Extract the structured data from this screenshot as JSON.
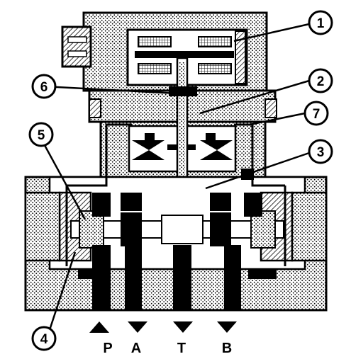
{
  "callouts": [
    {
      "id": "1",
      "label": "1"
    },
    {
      "id": "2",
      "label": "2"
    },
    {
      "id": "3",
      "label": "3"
    },
    {
      "id": "4",
      "label": "4"
    },
    {
      "id": "5",
      "label": "5"
    },
    {
      "id": "6",
      "label": "6"
    },
    {
      "id": "7",
      "label": "7"
    }
  ],
  "ports": [
    {
      "id": "P",
      "label": "P",
      "arrow": "up"
    },
    {
      "id": "A",
      "label": "A",
      "arrow": "down"
    },
    {
      "id": "T",
      "label": "T",
      "arrow": "down"
    },
    {
      "id": "B",
      "label": "B",
      "arrow": "down"
    }
  ],
  "colors": {
    "ink": "#000000",
    "paper": "#ffffff",
    "stipple": "#000000"
  }
}
